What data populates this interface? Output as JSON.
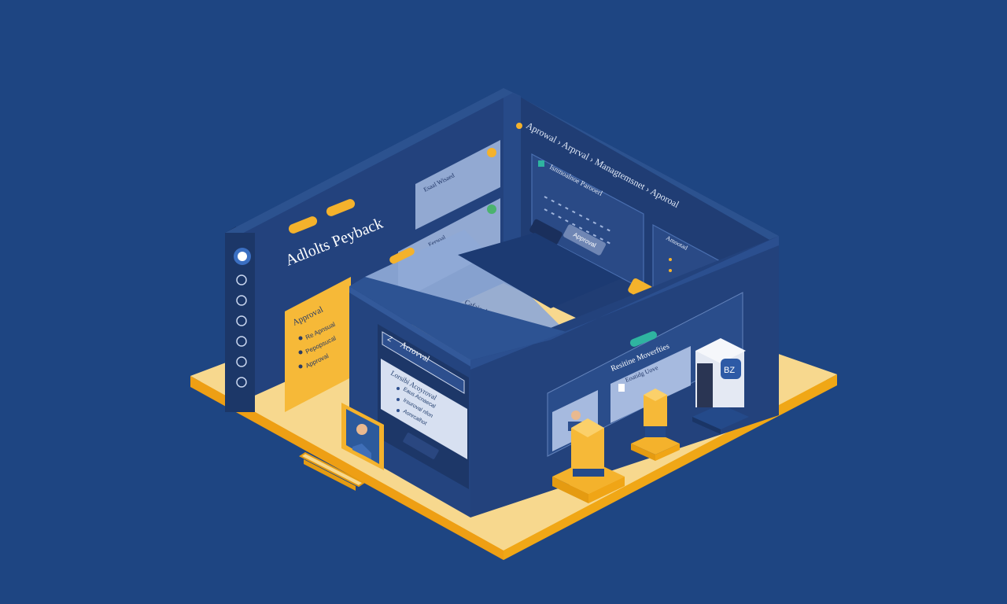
{
  "colors": {
    "background": "#1e4582",
    "base": "#f6d58b",
    "base_edge": "#f2a91b",
    "panel": "#233f77",
    "panel_dark": "#1b3566",
    "card": "#a9bde0",
    "accent": "#f4b22c",
    "teal": "#2fb4a0"
  },
  "left_panel": {
    "title": "Adlolts Peyback",
    "nav_icons": [
      "logo-icon",
      "grid-icon",
      "settings-icon",
      "chart-icon",
      "document-icon",
      "clock-icon",
      "history-icon"
    ],
    "note_title": "Approval",
    "note_lines": [
      "Re Apnsual",
      "Pepopsucal",
      "Approval"
    ]
  },
  "right_panel": {
    "breadcrumb": "Aprowal  ›  Arprval  ›  Managtemsnet  ›  Aporoal",
    "card_title": "Isnmoalnoe Parooerl",
    "sub_card_title": "Amootad",
    "button_label": "Approval"
  },
  "center": {
    "float_card_1_title": "Esaal Wisaed",
    "float_card_2_title": "Fersoal",
    "float_card_3_title": "Cafaicol",
    "header_label": "Acrovval",
    "inner_title": "Lorsibi Acoyroval",
    "inner_lines": [
      "Eaus Acnaecal",
      "Irsuroval nfon",
      "Aonrcalhot"
    ],
    "front_label": "Resitine Moverfties",
    "front_sub": "Eoatidg Uove"
  },
  "server": {
    "label": "BZ"
  }
}
